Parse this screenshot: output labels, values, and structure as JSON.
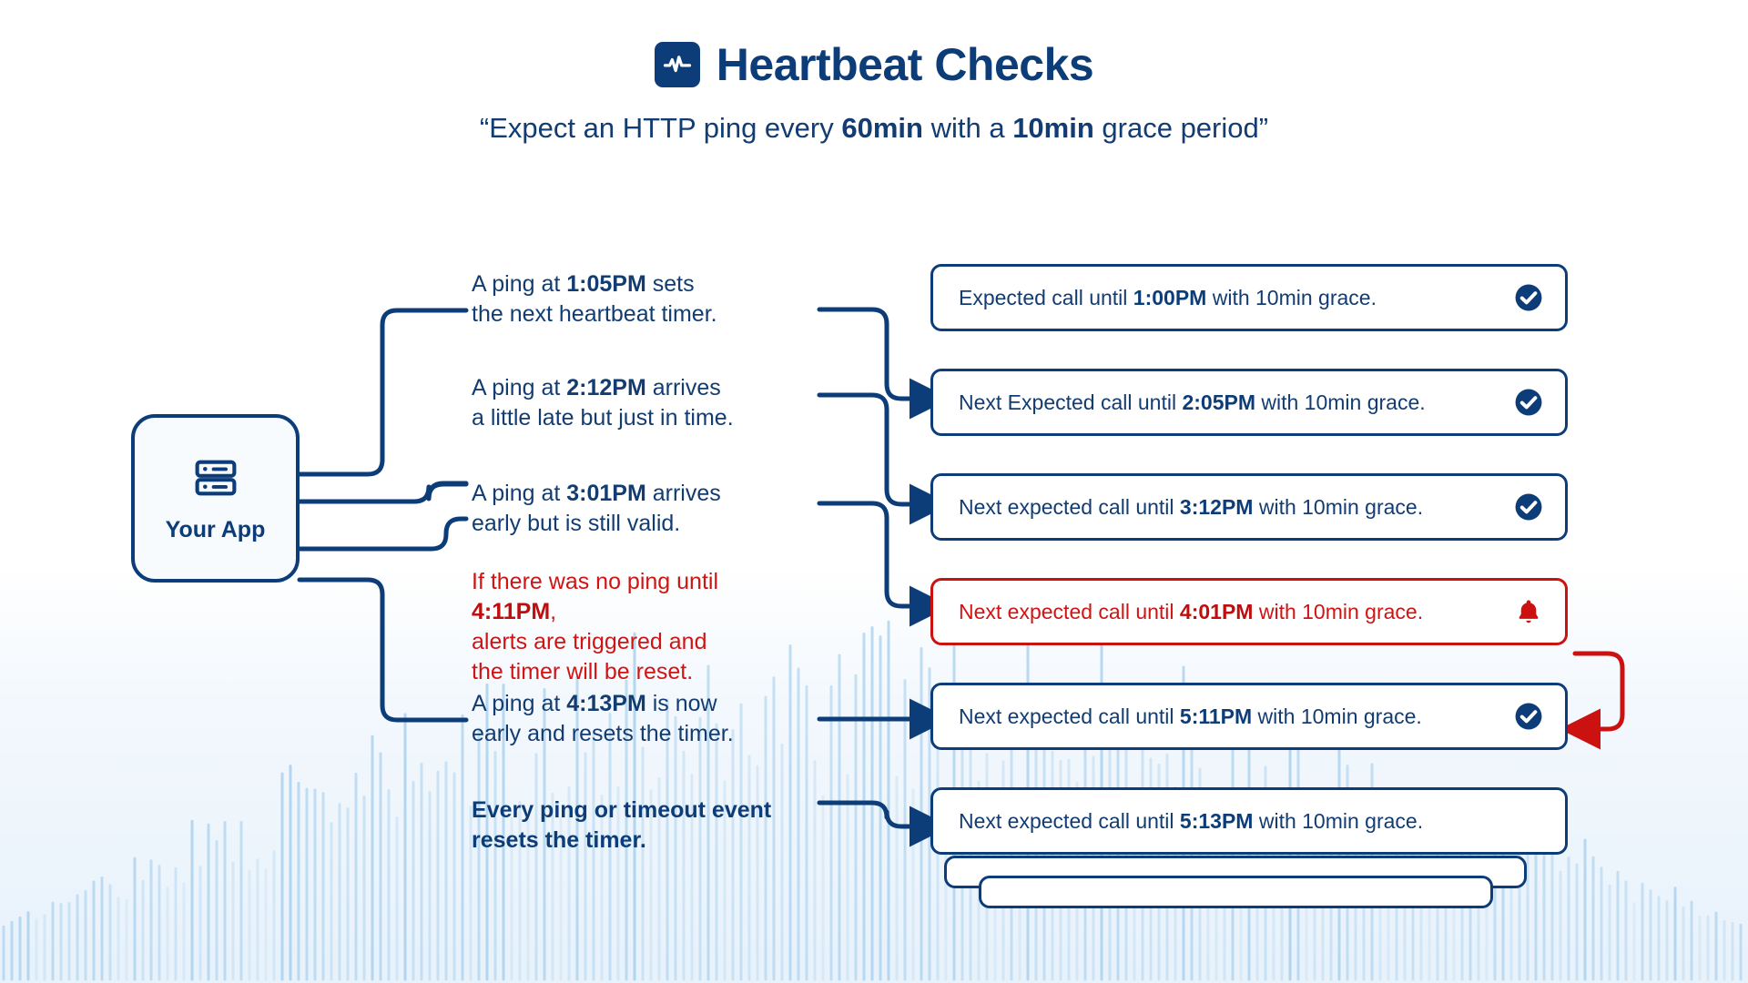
{
  "header": {
    "icon": "heartbeat-pulse-icon",
    "title": "Heartbeat Checks",
    "subtitle_prefix": "“Expect an HTTP ping every ",
    "subtitle_bold_1": "60min",
    "subtitle_mid": " with a ",
    "subtitle_bold_2": "10min",
    "subtitle_suffix": " grace period”"
  },
  "app_node": {
    "icon": "server-stack-icon",
    "label": "Your App"
  },
  "events": [
    {
      "id": "ping-105pm",
      "line1_prefix": "A ping at ",
      "line1_bold": "1:05PM",
      "line1_suffix": " sets",
      "line2": "the next heartbeat timer.",
      "tone": "normal"
    },
    {
      "id": "ping-212pm",
      "line1_prefix": "A ping at ",
      "line1_bold": "2:12PM",
      "line1_suffix": " arrives",
      "line2": "a little late but just in time.",
      "tone": "normal"
    },
    {
      "id": "ping-301pm",
      "line1_prefix": " A ping at ",
      "line1_bold": "3:01PM",
      "line1_suffix": " arrives",
      "line2": " early but is still valid.",
      "tone": "normal"
    },
    {
      "id": "timeout-411pm",
      "line1_prefix": "If there was no ping until ",
      "line1_bold": "4:11PM",
      "line1_suffix": ",",
      "line2": "alerts are triggered and",
      "line3": "the timer will be reset.",
      "tone": "alert"
    },
    {
      "id": "ping-413pm",
      "line1_prefix": "A ping at ",
      "line1_bold": "4:13PM",
      "line1_suffix": " is now",
      "line2": "early and resets the timer.",
      "tone": "normal"
    },
    {
      "id": "summary",
      "line1": "Every ping or timeout event",
      "line2": "resets the timer.",
      "tone": "summary"
    }
  ],
  "cards": [
    {
      "id": "card-100pm",
      "prefix": "Expected call until ",
      "time": "1:00PM",
      "suffix": " with 10min grace.",
      "status": "ok",
      "icon": "check-circle-icon"
    },
    {
      "id": "card-205pm",
      "prefix": "Next Expected call until ",
      "time": "2:05PM",
      "suffix": " with 10min grace.",
      "status": "ok",
      "icon": "check-circle-icon"
    },
    {
      "id": "card-312pm",
      "prefix": "Next expected call until ",
      "time": "3:12PM",
      "suffix": " with 10min grace.",
      "status": "ok",
      "icon": "check-circle-icon"
    },
    {
      "id": "card-401pm",
      "prefix": "Next expected call until ",
      "time": "4:01PM",
      "suffix": " with 10min grace.",
      "status": "alert",
      "icon": "bell-alert-icon"
    },
    {
      "id": "card-511pm",
      "prefix": "Next expected call until ",
      "time": "5:11PM",
      "suffix": " with 10min grace.",
      "status": "ok",
      "icon": "check-circle-icon"
    },
    {
      "id": "card-513pm",
      "prefix": "Next expected call until ",
      "time": "5:13PM",
      "suffix": " with 10min grace.",
      "status": "ok",
      "icon": "none"
    }
  ],
  "colors": {
    "brand_navy": "#0d3d78",
    "text_navy": "#123c72",
    "alert_red": "#cc1111",
    "alert_red_text": "#d01414",
    "card_bg": "#ffffff",
    "page_bg": "#ffffff",
    "wash_blue": "#e6f1fb",
    "bar_blue": "#bcd9f0"
  }
}
